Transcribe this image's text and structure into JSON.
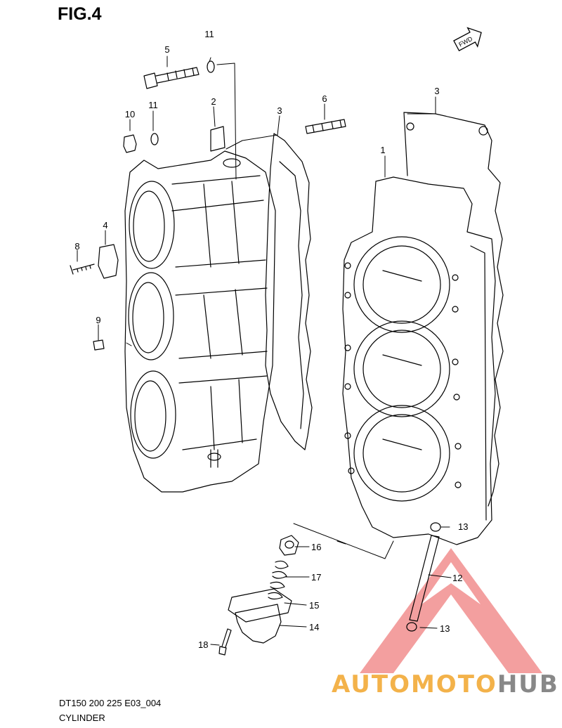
{
  "figure": {
    "title": "FIG.4",
    "code": "DT150 200 225 E03_004",
    "caption": "CYLINDER",
    "fwd_label": "FWD"
  },
  "callouts": [
    {
      "id": "c1",
      "label": "1"
    },
    {
      "id": "c2",
      "label": "2"
    },
    {
      "id": "c3a",
      "label": "3"
    },
    {
      "id": "c3b",
      "label": "3"
    },
    {
      "id": "c4",
      "label": "4"
    },
    {
      "id": "c5",
      "label": "5"
    },
    {
      "id": "c6",
      "label": "6"
    },
    {
      "id": "c8",
      "label": "8"
    },
    {
      "id": "c9",
      "label": "9"
    },
    {
      "id": "c10",
      "label": "10"
    },
    {
      "id": "c11a",
      "label": "11"
    },
    {
      "id": "c11b",
      "label": "11"
    },
    {
      "id": "c12",
      "label": "12"
    },
    {
      "id": "c13a",
      "label": "13"
    },
    {
      "id": "c13b",
      "label": "13"
    },
    {
      "id": "c14",
      "label": "14"
    },
    {
      "id": "c15",
      "label": "15"
    },
    {
      "id": "c16",
      "label": "16"
    },
    {
      "id": "c17",
      "label": "17"
    },
    {
      "id": "c18",
      "label": "18"
    }
  ],
  "watermark": {
    "part1": "AUTOMOTO",
    "part2": "HUB",
    "triangle_color": "#ef6a6a",
    "text_color_1": "#f3b24a",
    "text_color_2": "#888888"
  }
}
